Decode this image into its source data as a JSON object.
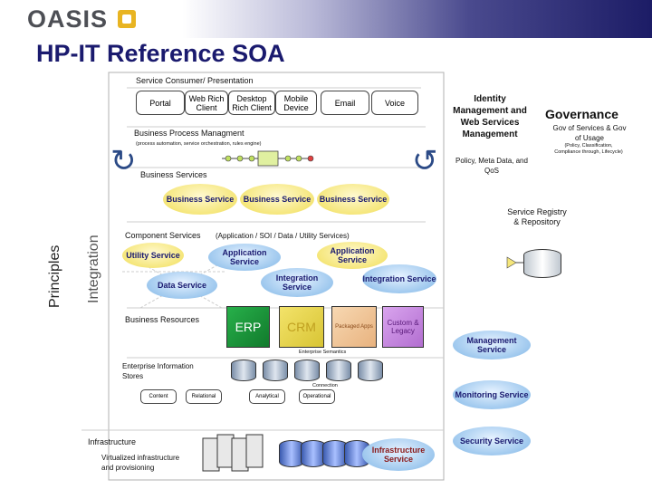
{
  "header": {
    "logo": "OASIS",
    "title": "HP-IT Reference SOA"
  },
  "side_labels": {
    "principles": "Principles",
    "integration": "Integration"
  },
  "consumer": {
    "label": "Service Consumer/ Presentation",
    "channels": [
      "Portal",
      "Web Rich Client",
      "Desktop Rich Client",
      "Mobile Device",
      "Email",
      "Voice"
    ]
  },
  "bpm": {
    "label": "Business Process Managment",
    "sublabel": "(process automation, service orchestration, rules engine)"
  },
  "business_services": {
    "label": "Business Services",
    "items": [
      "Business Service",
      "Business Service",
      "Business Service"
    ]
  },
  "component_services": {
    "label": "Component Services",
    "sublabel": "(Application / SOI / Data / Utility Services)",
    "items": [
      "Utility Service",
      "Application Service",
      "Application Service",
      "Data Service",
      "Integration Service",
      "Integration Service"
    ]
  },
  "business_resources": {
    "label": "Business Resources",
    "items": [
      "ERP",
      "CRM",
      "Packaged Apps",
      "Custom & Legacy"
    ]
  },
  "enterprise_semantics": "Enterprise Semantics",
  "info_stores": {
    "label": "Enterprise Information Stores",
    "items": [
      "Content",
      "Relational",
      "Analytical",
      "Operational"
    ],
    "connector": "Connection"
  },
  "infrastructure": {
    "label": "Infrastructure",
    "sublabel": "Virtualized infrastructure and provisioning",
    "service": "Infrastructure Service"
  },
  "right_column": {
    "identity": "Identity Management and Web Services Management",
    "policy": "Policy, Meta Data, and QoS",
    "registry": "Service Registry & Repository",
    "management": "Management Service",
    "monitoring": "Monitoring Service",
    "security": "Security Service"
  },
  "governance": {
    "title": "Governance",
    "subtitle": "Gov of Services & Gov of Usage",
    "note": "(Policy, Classification, Compliance through, Lifecycle)"
  },
  "colors": {
    "title": "#1a1a6e",
    "yellow_service": "#f5e67a",
    "blue_service": "#9ec8ee",
    "erp": "#1a9a3a",
    "crm": "#e8d84a",
    "packaged": "#f2c89a",
    "custom": "#c98ae0"
  }
}
